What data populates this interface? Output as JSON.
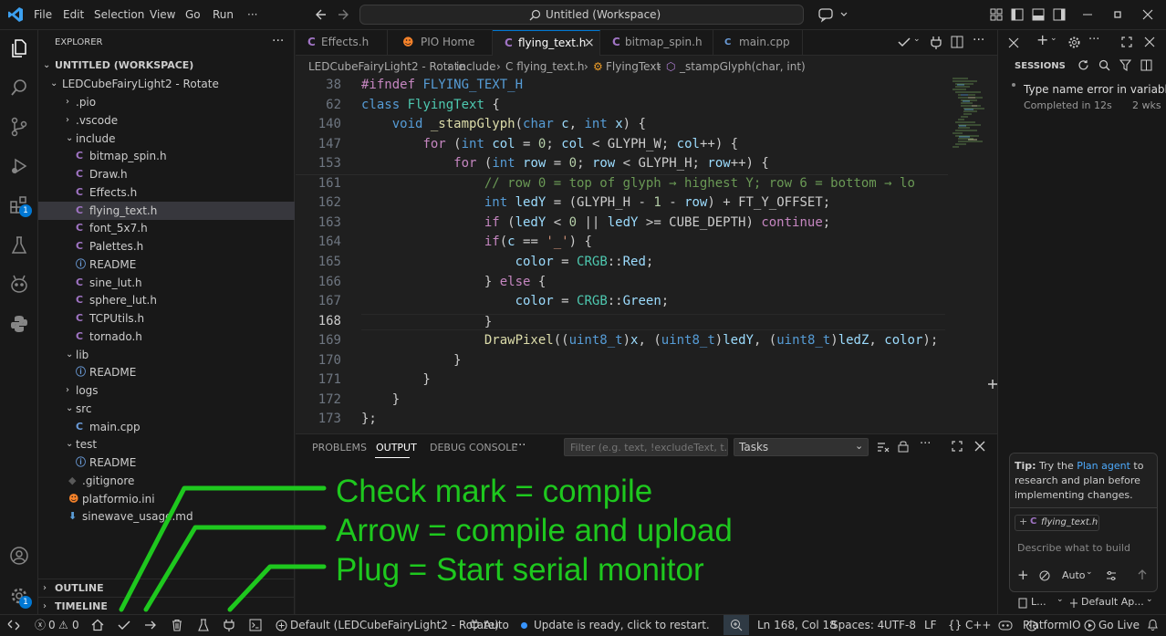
{
  "menu": [
    "File",
    "Edit",
    "Selection",
    "View",
    "Go",
    "Run",
    "···"
  ],
  "command_center": "Untitled (Workspace)",
  "explorer": {
    "title": "EXPLORER",
    "workspace": "UNTITLED (WORKSPACE)",
    "project": "LEDCubeFairyLight2 - Rotate",
    "items": [
      {
        "label": ".pio",
        "icon": "›",
        "indent": 1,
        "type": "folder-closed"
      },
      {
        "label": ".vscode",
        "icon": "›",
        "indent": 1,
        "type": "folder-closed"
      },
      {
        "label": "include",
        "icon": "⌄",
        "indent": 1,
        "type": "folder-open"
      },
      {
        "label": "bitmap_spin.h",
        "icon": "C",
        "indent": 2,
        "type": "c"
      },
      {
        "label": "Draw.h",
        "icon": "C",
        "indent": 2,
        "type": "c"
      },
      {
        "label": "Effects.h",
        "icon": "C",
        "indent": 2,
        "type": "c"
      },
      {
        "label": "flying_text.h",
        "icon": "C",
        "indent": 2,
        "type": "c",
        "selected": true
      },
      {
        "label": "font_5x7.h",
        "icon": "C",
        "indent": 2,
        "type": "c"
      },
      {
        "label": "Palettes.h",
        "icon": "C",
        "indent": 2,
        "type": "c"
      },
      {
        "label": "README",
        "icon": "ⓘ",
        "indent": 2,
        "type": "info"
      },
      {
        "label": "sine_lut.h",
        "icon": "C",
        "indent": 2,
        "type": "c"
      },
      {
        "label": "sphere_lut.h",
        "icon": "C",
        "indent": 2,
        "type": "c"
      },
      {
        "label": "TCPUtils.h",
        "icon": "C",
        "indent": 2,
        "type": "c"
      },
      {
        "label": "tornado.h",
        "icon": "C",
        "indent": 2,
        "type": "c"
      },
      {
        "label": "lib",
        "icon": "⌄",
        "indent": 1,
        "type": "folder-open"
      },
      {
        "label": "README",
        "icon": "ⓘ",
        "indent": 2,
        "type": "info"
      },
      {
        "label": "logs",
        "icon": "›",
        "indent": 1,
        "type": "folder-closed"
      },
      {
        "label": "src",
        "icon": "⌄",
        "indent": 1,
        "type": "folder-open"
      },
      {
        "label": "main.cpp",
        "icon": "C",
        "indent": 2,
        "type": "cpp"
      },
      {
        "label": "test",
        "icon": "⌄",
        "indent": 1,
        "type": "folder-open"
      },
      {
        "label": "README",
        "icon": "ⓘ",
        "indent": 2,
        "type": "info"
      },
      {
        "label": ".gitignore",
        "icon": "◆",
        "indent": 1,
        "type": "git"
      },
      {
        "label": "platformio.ini",
        "icon": "☻",
        "indent": 1,
        "type": "pio"
      },
      {
        "label": "sinewave_usage.md",
        "icon": "⬇",
        "indent": 1,
        "type": "md"
      }
    ],
    "outline": "OUTLINE",
    "timeline": "TIMELINE"
  },
  "tabs": [
    {
      "label": "Effects.h",
      "icon": "C"
    },
    {
      "label": "PIO Home",
      "icon": "☻"
    },
    {
      "label": "flying_text.h",
      "icon": "C",
      "active": true
    },
    {
      "label": "bitmap_spin.h",
      "icon": "C"
    },
    {
      "label": "main.cpp",
      "icon": "C"
    }
  ],
  "breadcrumb": [
    "LEDCubeFairyLight2 - Rotate",
    "include",
    "C flying_text.h",
    "FlyingText",
    "_stampGlyph(char, int)"
  ],
  "editor": {
    "current_line": "168",
    "lines": [
      {
        "num": "38",
        "html": "<span class=\"c\">#ifndef</span> <span class=\"k\">FLYING_TEXT_H</span>"
      },
      {
        "num": "62",
        "html": "<span class=\"k\">class</span> <span class=\"t\">FlyingText</span> {"
      },
      {
        "num": "140",
        "html": "    <span class=\"k\">void</span> <span class=\"f\">_stampGlyph</span>(<span class=\"k\">char</span> <span class=\"v\">c</span>, <span class=\"k\">int</span> <span class=\"v\">x</span>) {"
      },
      {
        "num": "147",
        "html": "        <span class=\"c\">for</span> (<span class=\"k\">int</span> <span class=\"v\">col</span> = <span class=\"n\">0</span>; <span class=\"v\">col</span> &lt; GLYPH_W; <span class=\"v\">col</span>++) {"
      },
      {
        "num": "153",
        "html": "            <span class=\"c\">for</span> (<span class=\"k\">int</span> <span class=\"v\">row</span> = <span class=\"n\">0</span>; <span class=\"v\">row</span> &lt; GLYPH_H; <span class=\"v\">row</span>++) {"
      },
      {
        "num": "161",
        "html": "                <span class=\"cm\">// row 0 = top of glyph → highest Y; row 6 = bottom → lo</span>"
      },
      {
        "num": "162",
        "html": "                <span class=\"k\">int</span> <span class=\"v\">ledY</span> = (GLYPH_H - <span class=\"n\">1</span> - <span class=\"v\">row</span>) + FT_Y_OFFSET;"
      },
      {
        "num": "163",
        "html": "                <span class=\"c\">if</span> (<span class=\"v\">ledY</span> &lt; <span class=\"n\">0</span> || <span class=\"v\">ledY</span> &gt;= CUBE_DEPTH) <span class=\"c\">continue</span>;"
      },
      {
        "num": "164",
        "html": "                <span class=\"c\">if</span>(<span class=\"v\">c</span> == <span class=\"s\">'_'</span>) {"
      },
      {
        "num": "165",
        "html": "                    <span class=\"v\">color</span> = <span class=\"t\">CRGB</span>::<span class=\"v\">Red</span>;"
      },
      {
        "num": "166",
        "html": "                } <span class=\"c\">else</span> {"
      },
      {
        "num": "167",
        "html": "                    <span class=\"v\">color</span> = <span class=\"t\">CRGB</span>::<span class=\"v\">Green</span>;"
      },
      {
        "num": "168",
        "html": "                }"
      },
      {
        "num": "169",
        "html": "                <span class=\"f\">DrawPixel</span>((<span class=\"k\">uint8_t</span>)<span class=\"v\">x</span>, (<span class=\"k\">uint8_t</span>)<span class=\"v\">ledY</span>, (<span class=\"k\">uint8_t</span>)<span class=\"v\">ledZ</span>, <span class=\"v\">color</span>);"
      },
      {
        "num": "170",
        "html": "            }"
      },
      {
        "num": "171",
        "html": "        }"
      },
      {
        "num": "172",
        "html": "    }"
      },
      {
        "num": "173",
        "html": "};"
      }
    ]
  },
  "panel": {
    "tabs": [
      "PROBLEMS",
      "OUTPUT",
      "DEBUG CONSOLE",
      "···"
    ],
    "active_tab": "OUTPUT",
    "filter_placeholder": "Filter (e.g. text, !excludeText, t...",
    "channel": "Tasks"
  },
  "chat": {
    "title": "SESSIONS",
    "session_title": "Type name error in variabl...",
    "session_status": "Completed in 12s",
    "session_age": "2 wks",
    "tip_prefix": "Tip:",
    "tip_text1": " Try the ",
    "tip_link": "Plan agent",
    "tip_text2": " to research and plan before implementing changes.",
    "context_file": "flying_text.h",
    "input_placeholder": "Describe what to build",
    "mode": "Auto",
    "bottom_left": "L...",
    "bottom_right": "Default Ap..."
  },
  "status": {
    "errors": "0",
    "warnings": "0",
    "env": "Default (LEDCubeFairyLight2 - Rotate)",
    "auto": "Auto",
    "update": "Update is ready, click to restart.",
    "position": "Ln 168, Col 18",
    "spaces": "Spaces: 4",
    "encoding": "UTF-8",
    "eol": "LF",
    "language": "C++",
    "platformio": "PlatformIO",
    "golive": "Go Live"
  },
  "badges": {
    "extensions": "1",
    "accounts": "1"
  },
  "annotations": [
    "Check mark = compile",
    "Arrow = compile and upload",
    "Plug = Start serial monitor"
  ],
  "colors": {
    "annotation": "#1ec81e",
    "accent": "#0078d4"
  }
}
